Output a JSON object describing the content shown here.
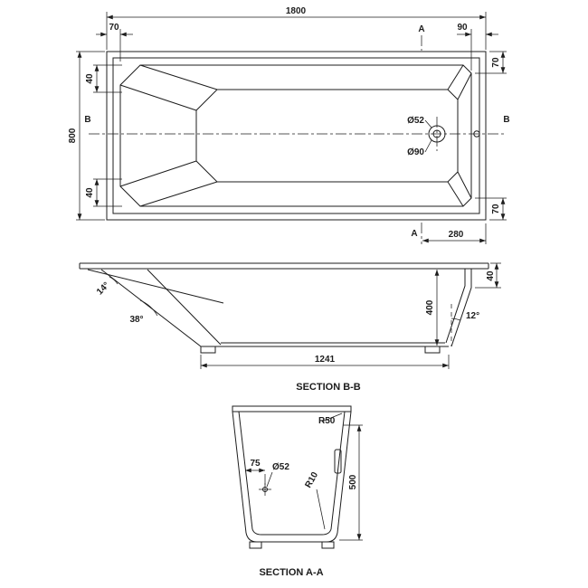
{
  "colors": {
    "ink": "#1d1d1d",
    "background": "#ffffff"
  },
  "plan_view": {
    "dim_length": "1800",
    "dim_width": "800",
    "dim_left_rim": "70",
    "dim_right_rim": "90",
    "dim_top_corner": "40",
    "dim_bottom_corner": "40",
    "dim_right_top_edge": "70",
    "dim_right_bottom_edge": "70",
    "dim_waste_to_end": "280",
    "waste_inner_dia": "Ø52",
    "waste_outer_dia": "Ø90",
    "section_marker_a": "A",
    "section_marker_b": "B"
  },
  "section_bb": {
    "title": "SECTION B-B",
    "dim_rim_edge": "40",
    "dim_inner_depth": "400",
    "dim_base_length": "1241",
    "angle_head": "38°",
    "angle_rim": "14°",
    "angle_foot": "12°"
  },
  "section_aa": {
    "title": "SECTION A-A",
    "radius_rim": "R50",
    "radius_base": "R10",
    "dim_waste_offset": "75",
    "waste_dia": "Ø52",
    "dim_depth": "500"
  }
}
